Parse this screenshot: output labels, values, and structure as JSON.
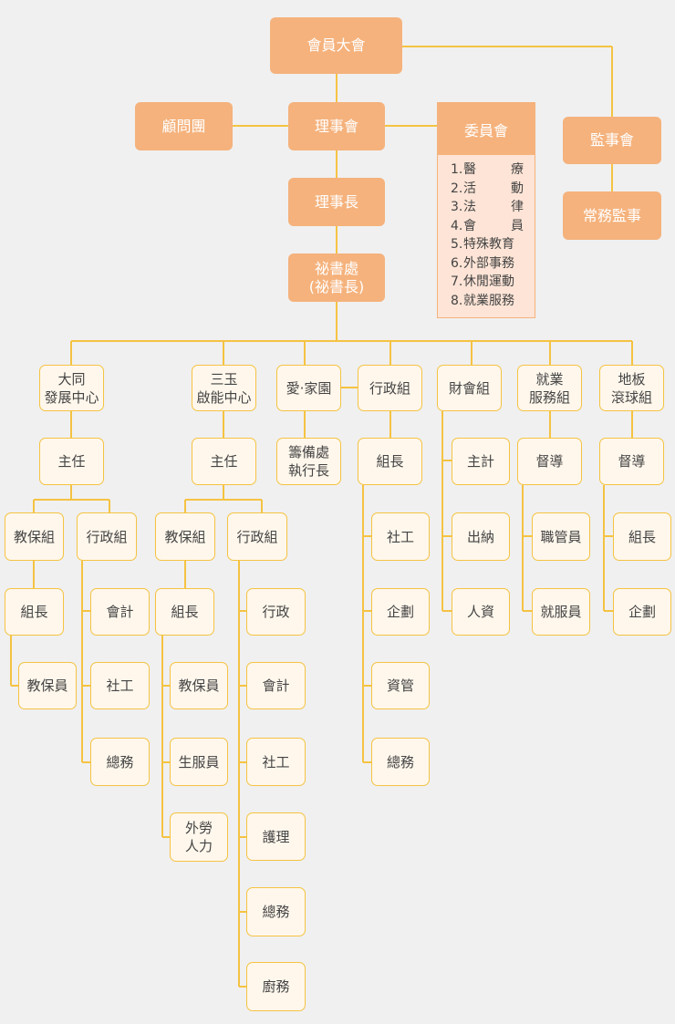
{
  "top": {
    "general_assembly": "會員大會",
    "advisors": "顧問團",
    "board": "理事會",
    "chairman": "理事長",
    "secretariat": "祕書處\n(祕書長)",
    "supervisors": "監事會",
    "standing_supervisor": "常務監事"
  },
  "committee": {
    "title": "委員會",
    "items": [
      {
        "num": "1.",
        "text": "醫療"
      },
      {
        "num": "2.",
        "text": "活動"
      },
      {
        "num": "3.",
        "text": "法律"
      },
      {
        "num": "4.",
        "text": "會員"
      },
      {
        "num": "5.",
        "text": "特殊教育"
      },
      {
        "num": "6.",
        "text": "外部事務"
      },
      {
        "num": "7.",
        "text": "休閒運動"
      },
      {
        "num": "8.",
        "text": "就業服務"
      }
    ]
  },
  "units": {
    "datong": "大同\n發展中心",
    "sanyu": "三玉\n啟能中心",
    "aijia": "愛‧家園",
    "admin": "行政組",
    "finance": "財會組",
    "employment": "就業\n服務組",
    "floorball": "地板\n滾球組"
  },
  "datong": {
    "director": "主任",
    "edu_group": "教保組",
    "admin_group": "行政組",
    "leader": "組長",
    "edu_staff": "教保員",
    "accounting": "會計",
    "social": "社工",
    "general": "總務"
  },
  "sanyu": {
    "director": "主任",
    "edu_group": "教保組",
    "admin_group": "行政組",
    "leader": "組長",
    "edu_staff": "教保員",
    "life_staff": "生服員",
    "foreign": "外勞\n人力",
    "admin": "行政",
    "accounting": "會計",
    "social": "社工",
    "nursing": "護理",
    "general": "總務",
    "kitchen": "廚務"
  },
  "aijia": {
    "exec": "籌備處\n執行長"
  },
  "admin": {
    "leader": "組長",
    "social": "社工",
    "planning": "企劃",
    "info": "資管",
    "general": "總務"
  },
  "finance": {
    "accountant": "主計",
    "cashier": "出納",
    "hr": "人資"
  },
  "employment": {
    "supervisor": "督導",
    "job_coach": "職管員",
    "emp_staff": "就服員"
  },
  "floorball": {
    "supervisor": "督導",
    "leader": "組長",
    "planning": "企劃"
  },
  "colors": {
    "dark_box": "#f5b27c",
    "light_box": "#fff7ec",
    "border": "#f5c342",
    "committee_bg": "#fde4d6",
    "background": "#f0f0f0"
  }
}
